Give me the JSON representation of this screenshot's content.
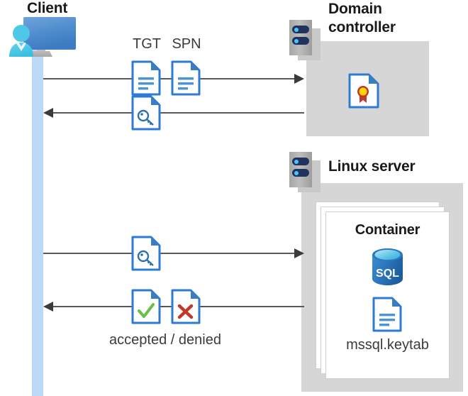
{
  "diagram": {
    "title_client": "Client",
    "title_domain_controller": "Domain\ncontroller",
    "domain_controller_line1": "Domain",
    "domain_controller_line2": "controller",
    "title_linux_server": "Linux server",
    "title_container": "Container",
    "keytab_label": "mssql.keytab",
    "result_label": "accepted / denied",
    "ticket_labels": {
      "tgt": "TGT",
      "spn": "SPN"
    },
    "icons": {
      "client": "client-user-monitor-icon",
      "server_rack_dc": "server-rack-icon",
      "server_rack_linux": "server-rack-icon",
      "certificate": "certificate-document-icon",
      "tgt_document": "document-lines-icon",
      "spn_document": "document-lines-icon",
      "ticket_key_top": "document-key-icon",
      "ticket_key_bottom": "document-key-icon",
      "accepted": "document-check-icon",
      "denied": "document-cross-icon",
      "sql_database": "sql-database-icon",
      "keytab_document": "document-lines-icon"
    },
    "flows": [
      {
        "name": "client-to-dc-request",
        "direction": "right"
      },
      {
        "name": "dc-to-client-ticket",
        "direction": "left"
      },
      {
        "name": "client-to-linux-ticket",
        "direction": "right"
      },
      {
        "name": "linux-to-client-result",
        "direction": "left"
      }
    ],
    "colors": {
      "accent_blue": "#2e7bd4",
      "document_fold": "#3a7ebf",
      "lifeline": "#bcd9f7",
      "host_box_gray": "#d6d6d6",
      "rack_navy": "#20325e",
      "rack_dot_blue": "#4fc3f7",
      "accepted_green": "#6abf4b",
      "denied_red": "#c0392b",
      "certificate_gold": "#ffd500",
      "certificate_ribbon": "#c0392b",
      "sql_blue": "#2a7ac0",
      "arrow_gray": "#595959",
      "text_dark": "#1a1a1a"
    }
  }
}
